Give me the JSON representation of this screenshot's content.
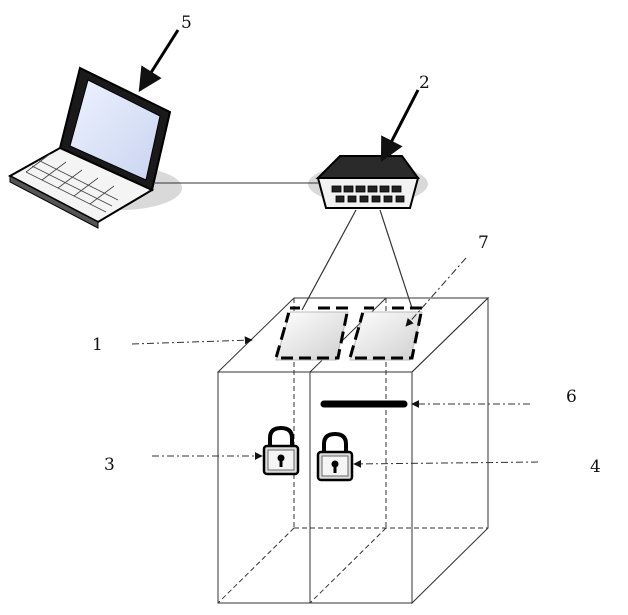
{
  "callouts": {
    "c1": "1",
    "c2": "2",
    "c3": "3",
    "c4": "4",
    "c5": "5",
    "c6": "6",
    "c7": "7"
  },
  "icons": {
    "laptop": "laptop-icon",
    "switch": "network-switch-icon",
    "lock": "padlock-icon",
    "reader": "card-reader-icon"
  },
  "colors": {
    "line": "#111111",
    "shadow": "#d8d8d8",
    "screen": "#dde6ff"
  }
}
